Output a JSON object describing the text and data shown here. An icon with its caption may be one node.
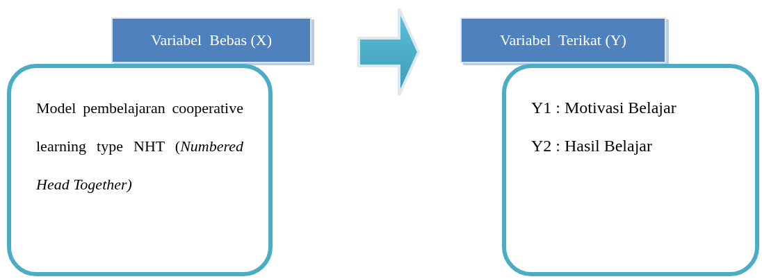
{
  "diagram": {
    "nodes": [
      {
        "text": [
          "Variabel  Bebas (X)"
        ]
      },
      {
        "text": [
          "Model pembelajaran cooperative learning type NHT (*Numbered Head Together)*"
        ]
      },
      {
        "text": [
          "Variabel  Terikat (Y)"
        ]
      },
      {
        "text": [
          "Y1 : Motivasi Belajar",
          "Y2 : Hasil Belajar"
        ]
      }
    ],
    "edges": [
      {
        "from": 0,
        "to": 2,
        "arrow": "to"
      }
    ]
  }
}
